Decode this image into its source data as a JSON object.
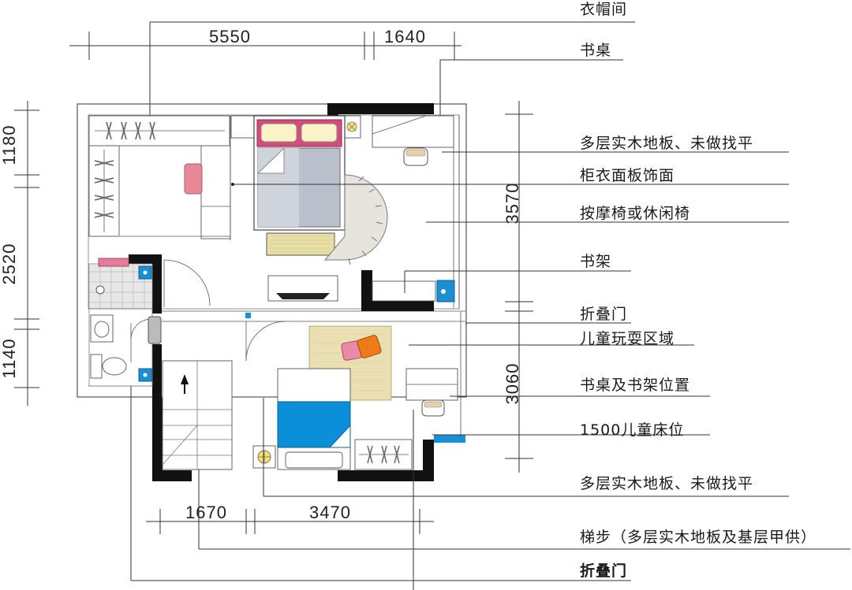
{
  "dimensions": {
    "top": [
      "5550",
      "1640"
    ],
    "bottom": [
      "1670",
      "3470"
    ],
    "left": [
      "1180",
      "2520",
      "1140"
    ],
    "right": [
      "3570",
      "3060"
    ]
  },
  "labels": [
    "衣帽间",
    "书桌",
    "多层实木地板、未做找平",
    "柜衣面板饰面",
    "按摩椅或休闲椅",
    "书架",
    "折叠门",
    "儿童玩耍区域",
    "书桌及书架位置",
    "1500儿童床位",
    "多层实木地板、未做找平",
    "梯步（多层实木地板及基层甲供）",
    "折叠门"
  ],
  "colors": {
    "wall": "#111111",
    "bed_blue": "#0a8fd8",
    "pink": "#e87a9a",
    "orange": "#f07a18",
    "rug": "#e9dfb2",
    "tile": "#d8d8d8"
  }
}
